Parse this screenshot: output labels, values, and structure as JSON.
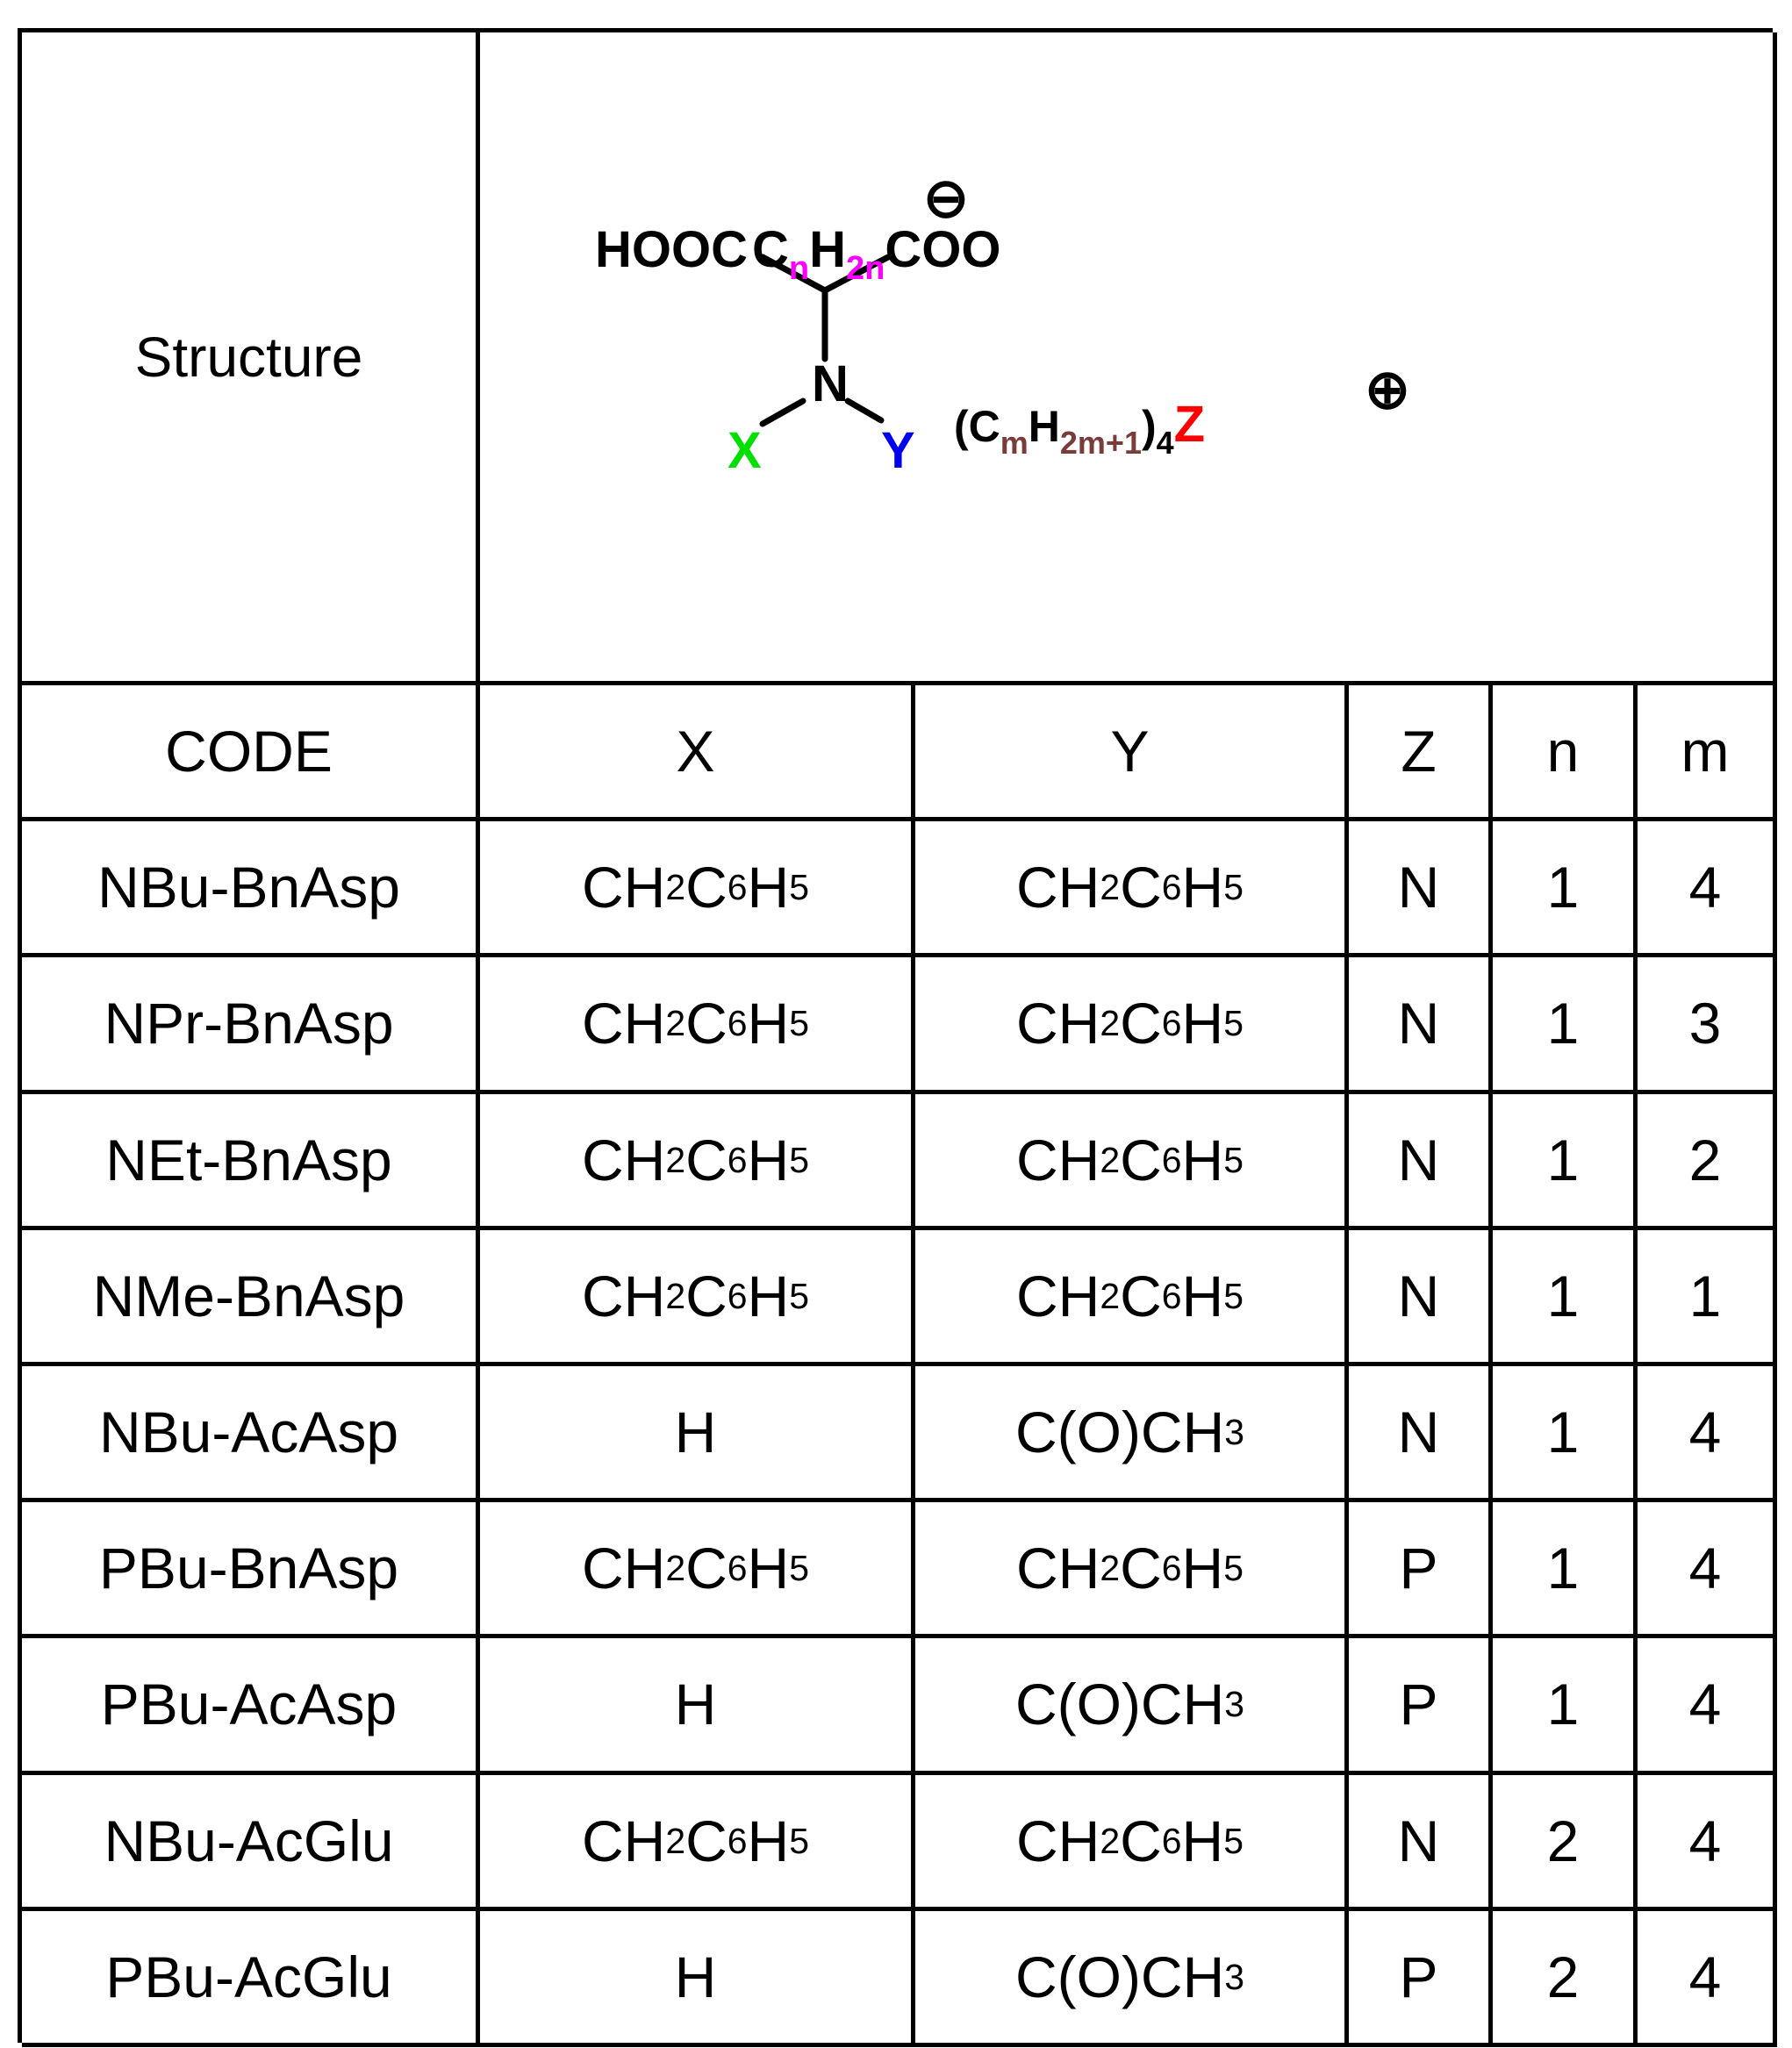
{
  "structure": {
    "label": "Structure",
    "molecule": {
      "left_group": "HOOC",
      "chain_c": "C",
      "chain_n": "n",
      "chain_h": "H",
      "chain_2n": "2n",
      "carboxylate": "COO",
      "anion_charge": "⊖",
      "amine": "N",
      "x_sub": "X",
      "y_sub": "Y",
      "cation_open": "(C",
      "cation_m": "m",
      "cation_h": "H",
      "cation_2m1": "2m+1",
      "cation_close": ")",
      "cation_count": "4",
      "cation_z": "Z",
      "cation_charge": "⊕"
    },
    "colors": {
      "n": "#ff00ff",
      "x": "#00e000",
      "y": "#0000ee",
      "m": "#7a3b3b",
      "z": "#ff0000"
    }
  },
  "table": {
    "headers": [
      "CODE",
      "X",
      "Y",
      "Z",
      "n",
      "m"
    ],
    "rows": [
      {
        "code": "NBu-BnAsp",
        "x": "CH2C6H5",
        "y": "CH2C6H5",
        "z": "N",
        "n": "1",
        "m": "4"
      },
      {
        "code": "NPr-BnAsp",
        "x": "CH2C6H5",
        "y": "CH2C6H5",
        "z": "N",
        "n": "1",
        "m": "3"
      },
      {
        "code": "NEt-BnAsp",
        "x": "CH2C6H5",
        "y": "CH2C6H5",
        "z": "N",
        "n": "1",
        "m": "2"
      },
      {
        "code": "NMe-BnAsp",
        "x": "CH2C6H5",
        "y": "CH2C6H5",
        "z": "N",
        "n": "1",
        "m": "1"
      },
      {
        "code": "NBu-AcAsp",
        "x": "H",
        "y": "C(O)CH3",
        "z": "N",
        "n": "1",
        "m": "4"
      },
      {
        "code": "PBu-BnAsp",
        "x": "CH2C6H5",
        "y": "CH2C6H5",
        "z": "P",
        "n": "1",
        "m": "4"
      },
      {
        "code": "PBu-AcAsp",
        "x": "H",
        "y": "C(O)CH3",
        "z": "P",
        "n": "1",
        "m": "4"
      },
      {
        "code": "NBu-AcGlu",
        "x": "CH2C6H5",
        "y": "CH2C6H5",
        "z": "N",
        "n": "2",
        "m": "4"
      },
      {
        "code": "PBu-AcGlu",
        "x": "H",
        "y": "C(O)CH3",
        "z": "P",
        "n": "2",
        "m": "4"
      }
    ]
  }
}
